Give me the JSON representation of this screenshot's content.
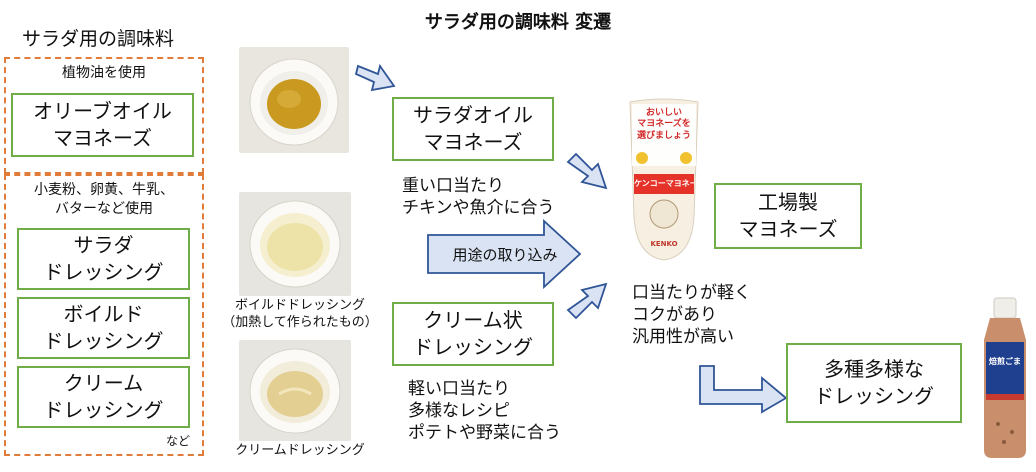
{
  "title": "サラダ用の調味料 変遷",
  "left_column": {
    "heading": "サラダ用の調味料",
    "group1": {
      "label": "植物油を使用",
      "items": [
        "オリーブオイル\nマヨネーズ"
      ]
    },
    "group2": {
      "label": "小麦粉、卵黄、牛乳、\nバターなど使用",
      "items": [
        "サラダ\nドレッシング",
        "ボイルド\nドレッシング",
        "クリーム\nドレッシング"
      ],
      "note": "など"
    }
  },
  "photos": {
    "boiled_caption": "ボイルドドレッシング\n（加熱して作られたもの）",
    "cream_caption": "クリームドレッシング"
  },
  "middle": {
    "salad_oil_box": "サラダオイル\nマヨネーズ",
    "salad_oil_desc": "重い口当たり\nチキンや魚介に合う",
    "arrow_label": "用途の取り込み",
    "cream_box": "クリーム状\nドレッシング",
    "cream_desc": "軽い口当たり\n多様なレシピ\nポテトや野菜に合う"
  },
  "right": {
    "factory_box": "工場製\nマヨネーズ",
    "factory_desc": "口当たりが軽く\nコクがあり\n汎用性が高い",
    "diverse_box": "多種多様な\nドレッシング",
    "mayo_bottle": {
      "label_top": "おいしい\nマヨネーズを\n選びましょう",
      "brand": "ケンコーマヨネーズ",
      "logo": "KENKO"
    },
    "dressing_bottle": {
      "label": "焙煎ごま"
    }
  },
  "colors": {
    "green_border": "#70ad47",
    "orange_dash": "#e07b39",
    "arrow_stroke": "#2f5597",
    "arrow_fill": "#dae3f3"
  }
}
